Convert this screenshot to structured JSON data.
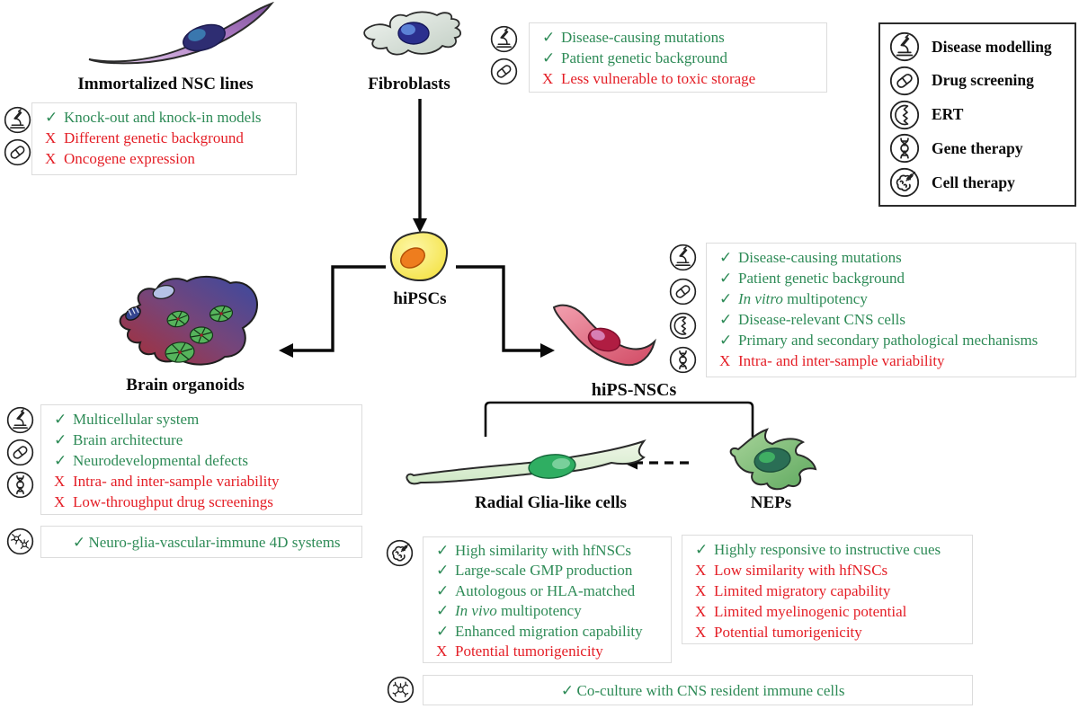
{
  "palette": {
    "green": "#2e8b57",
    "red": "#e41e26",
    "black": "#0a0a0a",
    "box_border": "#dcdcdc",
    "legend_border": "#2b2b2b"
  },
  "marks": {
    "check": "✓",
    "cross": "X"
  },
  "cells": {
    "immortalized_nsc": {
      "label": "Immortalized NSC lines"
    },
    "fibroblasts": {
      "label": "Fibroblasts"
    },
    "hipscs": {
      "label": "hiPSCs"
    },
    "brain_organoids": {
      "label": "Brain organoids"
    },
    "hips_nscs": {
      "label": "hiPS-NSCs"
    },
    "radial_glia": {
      "label": "Radial Glia-like cells"
    },
    "neps": {
      "label": "NEPs"
    }
  },
  "legend": {
    "items": [
      {
        "icon": "microscope-icon",
        "label": "Disease modelling"
      },
      {
        "icon": "pill-icon",
        "label": "Drug screening"
      },
      {
        "icon": "ert-icon",
        "label": "ERT"
      },
      {
        "icon": "dna-icon",
        "label": "Gene therapy"
      },
      {
        "icon": "cell-therapy-icon",
        "label": "Cell therapy"
      }
    ]
  },
  "boxes": {
    "immortalized": {
      "icons": [
        "microscope-icon",
        "pill-icon"
      ],
      "items": [
        {
          "mark": "check",
          "text": "Knock-out and knock-in models"
        },
        {
          "mark": "cross",
          "text": "Different genetic background"
        },
        {
          "mark": "cross",
          "text": "Oncogene expression"
        }
      ]
    },
    "fibroblasts": {
      "icons": [
        "microscope-icon",
        "pill-icon"
      ],
      "items": [
        {
          "mark": "check",
          "text": "Disease-causing mutations"
        },
        {
          "mark": "check",
          "text": "Patient genetic background"
        },
        {
          "mark": "cross",
          "text": "Less vulnerable to toxic storage"
        }
      ]
    },
    "hips_nscs": {
      "icons": [
        "microscope-icon",
        "pill-icon",
        "ert-icon",
        "dna-icon"
      ],
      "items": [
        {
          "mark": "check",
          "text": "Disease-causing mutations"
        },
        {
          "mark": "check",
          "text": "Patient genetic background"
        },
        {
          "mark": "check",
          "italic": "In vitro",
          "text": "multipotency"
        },
        {
          "mark": "check",
          "text": "Disease-relevant CNS cells"
        },
        {
          "mark": "check",
          "text": "Primary and secondary pathological mechanisms"
        },
        {
          "mark": "cross",
          "text": "Intra- and inter-sample variability"
        }
      ]
    },
    "organoids": {
      "icons": [
        "microscope-icon",
        "pill-icon",
        "dna-icon"
      ],
      "items": [
        {
          "mark": "check",
          "text": "Multicellular system"
        },
        {
          "mark": "check",
          "text": "Brain architecture"
        },
        {
          "mark": "check",
          "text": "Neurodevelopmental defects"
        },
        {
          "mark": "cross",
          "text": "Intra- and inter-sample variability"
        },
        {
          "mark": "cross",
          "text": "Low-throughput drug screenings"
        }
      ]
    },
    "organoids_4d": {
      "icons": [
        "glia-cells-icon"
      ],
      "items": [
        {
          "mark": "check",
          "text": "Neuro-glia-vascular-immune 4D systems"
        }
      ]
    },
    "radial_glia": {
      "icons": [
        "cell-therapy-icon"
      ],
      "items": [
        {
          "mark": "check",
          "text": "High similarity with hfNSCs"
        },
        {
          "mark": "check",
          "text": "Large-scale GMP production"
        },
        {
          "mark": "check",
          "text": "Autologous or HLA-matched"
        },
        {
          "mark": "check",
          "italic": "In vivo",
          "text": "multipotency"
        },
        {
          "mark": "check",
          "text": "Enhanced migration capability"
        },
        {
          "mark": "cross",
          "text": "Potential tumorigenicity"
        }
      ]
    },
    "neps": {
      "icons": [],
      "items": [
        {
          "mark": "check",
          "text": "Highly responsive to instructive cues"
        },
        {
          "mark": "cross",
          "text": "Low similarity with hfNSCs"
        },
        {
          "mark": "cross",
          "text": "Limited migratory capability"
        },
        {
          "mark": "cross",
          "text": "Limited myelinogenic potential"
        },
        {
          "mark": "cross",
          "text": "Potential tumorigenicity"
        }
      ]
    },
    "coculture": {
      "icons": [
        "immune-cells-icon"
      ],
      "center": true,
      "items": [
        {
          "mark": "check",
          "text": "Co-culture with CNS resident immune cells"
        }
      ]
    }
  }
}
